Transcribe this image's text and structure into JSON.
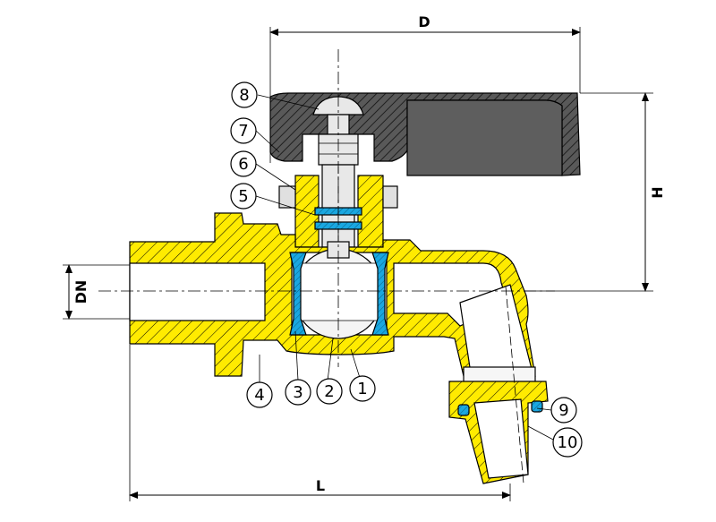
{
  "dimensions": {
    "width_label": "D",
    "height_label": "H",
    "length_label": "L",
    "bore_label": "DN"
  },
  "part_numbers": [
    "1",
    "2",
    "3",
    "4",
    "5",
    "6",
    "7",
    "8",
    "9",
    "10"
  ],
  "colors": {
    "body_brass": "#ffeb00",
    "seal_blue": "#1aa7e0",
    "handle_dark": "#575757",
    "ball_stem_grey": "#e8e8e8",
    "outline": "#000000"
  }
}
